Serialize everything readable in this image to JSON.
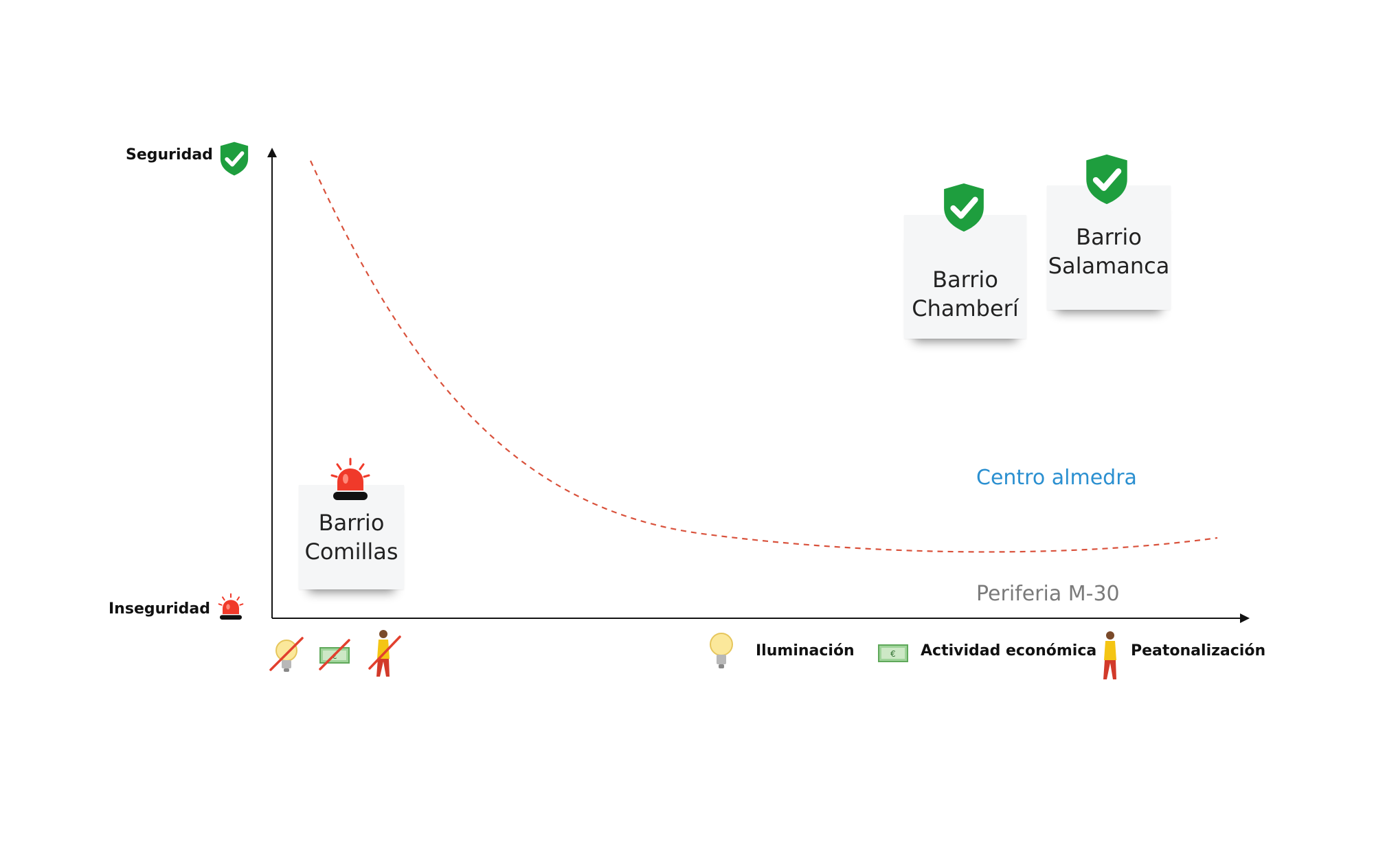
{
  "y_axis": {
    "top_label": "Seguridad",
    "bottom_label": "Inseguridad",
    "top_icon": "shield-check-icon",
    "bottom_icon": "siren-icon"
  },
  "x_axis": {
    "left_icons": [
      "crossed-bulb-icon",
      "crossed-money-icon",
      "crossed-pedestrian-icon"
    ],
    "legend": [
      {
        "icon": "lightbulb-icon",
        "label": "Iluminación"
      },
      {
        "icon": "money-icon",
        "label": "Actividad económica"
      },
      {
        "icon": "pedestrian-icon",
        "label": "Peatonalización"
      }
    ]
  },
  "notes": {
    "comillas": {
      "line1": "Barrio",
      "line2": "Comillas",
      "badge": "siren-icon"
    },
    "chamberi": {
      "line1": "Barrio",
      "line2": "Chamberí",
      "badge": "shield-check-icon"
    },
    "salamanca": {
      "line1": "Barrio",
      "line2": "Salamanca",
      "badge": "shield-check-icon"
    }
  },
  "zones": {
    "centro": "Centro almedra",
    "periferia": "Periferia M-30"
  },
  "colors": {
    "curve": "#d9513b",
    "shield": "#1e9e3e",
    "siren": "#f03a2a",
    "centro_text": "#2a8fd0",
    "periferia_text": "#7a7a7a",
    "axis": "#111111"
  }
}
